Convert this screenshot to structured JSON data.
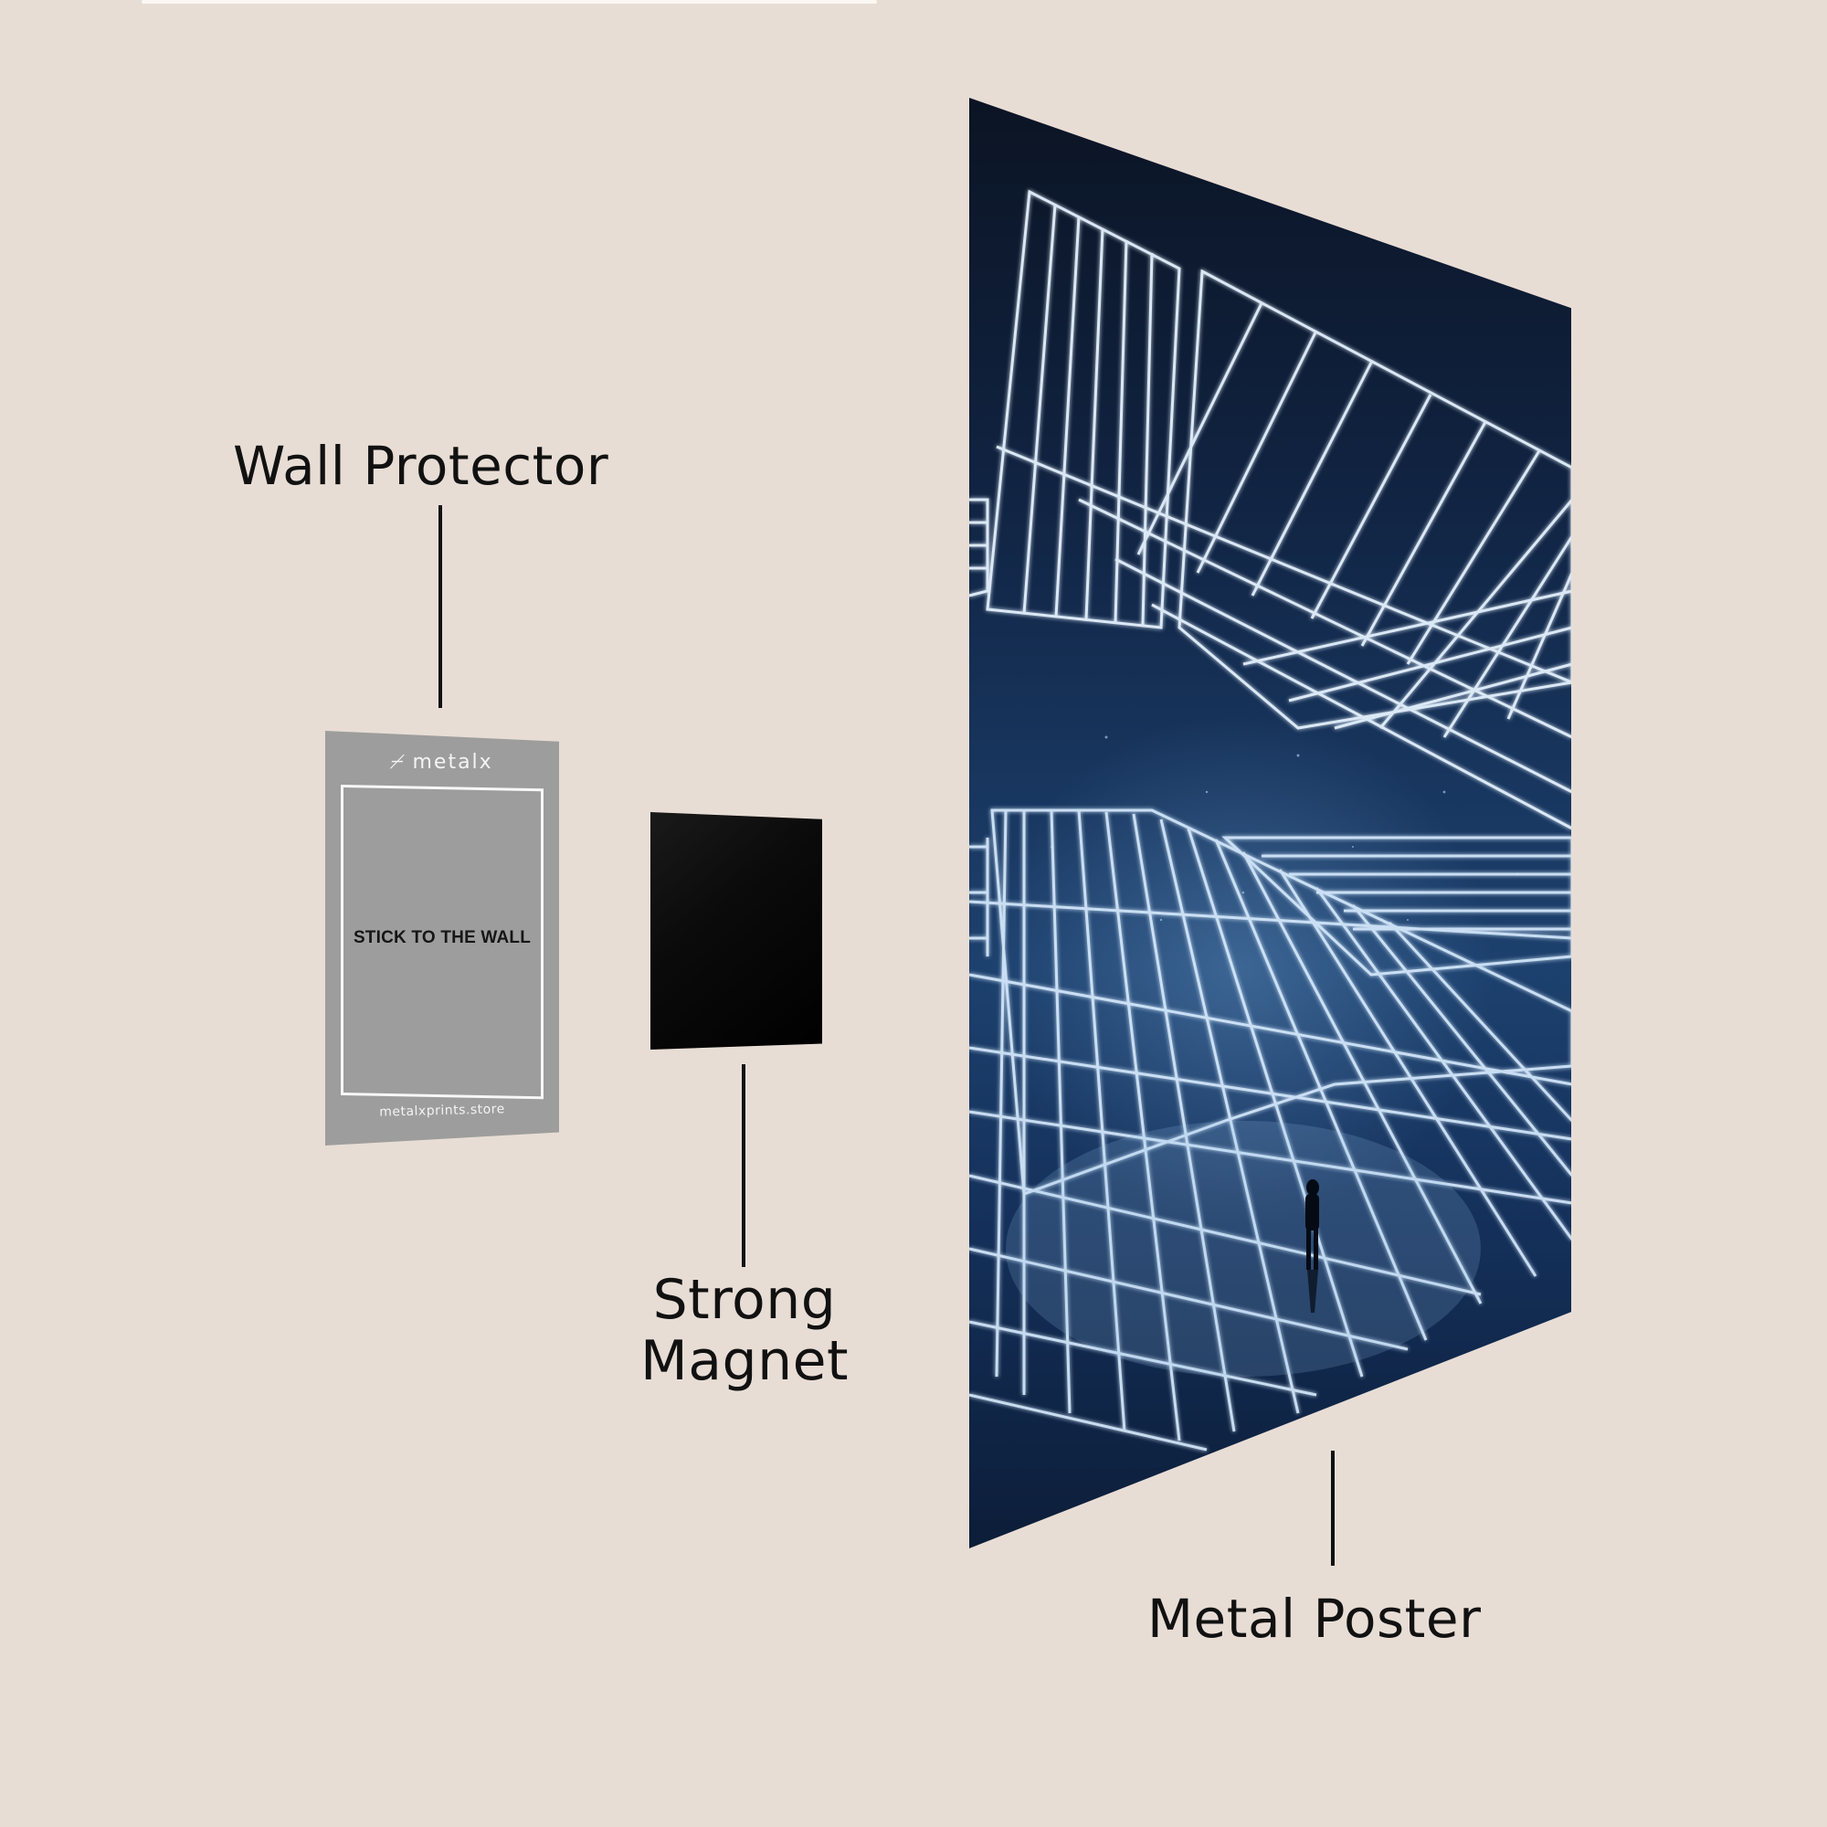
{
  "diagram": {
    "background_color": "#e8ddd5",
    "components": [
      {
        "id": "wall-protector",
        "label": "Wall Protector",
        "card": {
          "brand": "metalx",
          "instruction": "STICK TO THE WALL",
          "url": "metalxprints.store",
          "color": "#9d9d9d"
        }
      },
      {
        "id": "strong-magnet",
        "label_line1": "Strong",
        "label_line2": "Magnet",
        "color": "#000000"
      },
      {
        "id": "metal-poster",
        "label": "Metal Poster",
        "artwork": "glowing neon wireframe grid structures with a lone figure",
        "colors": [
          "#0b1424",
          "#1d416e",
          "#cfe6ff"
        ]
      }
    ]
  }
}
